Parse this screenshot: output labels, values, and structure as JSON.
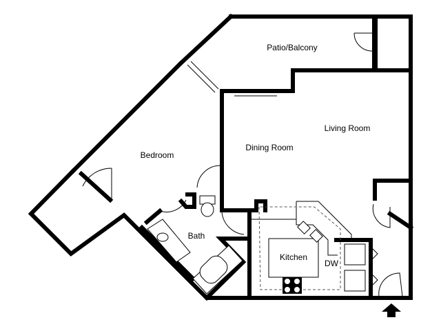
{
  "rooms": {
    "patio": "Patio/Balcony",
    "living": "Living Room",
    "dining": "Dining Room",
    "bedroom": "Bedroom",
    "bath": "Bath",
    "kitchen": "Kitchen",
    "dw": "DW"
  },
  "icons": {
    "entry": "entry-arrow-icon"
  }
}
